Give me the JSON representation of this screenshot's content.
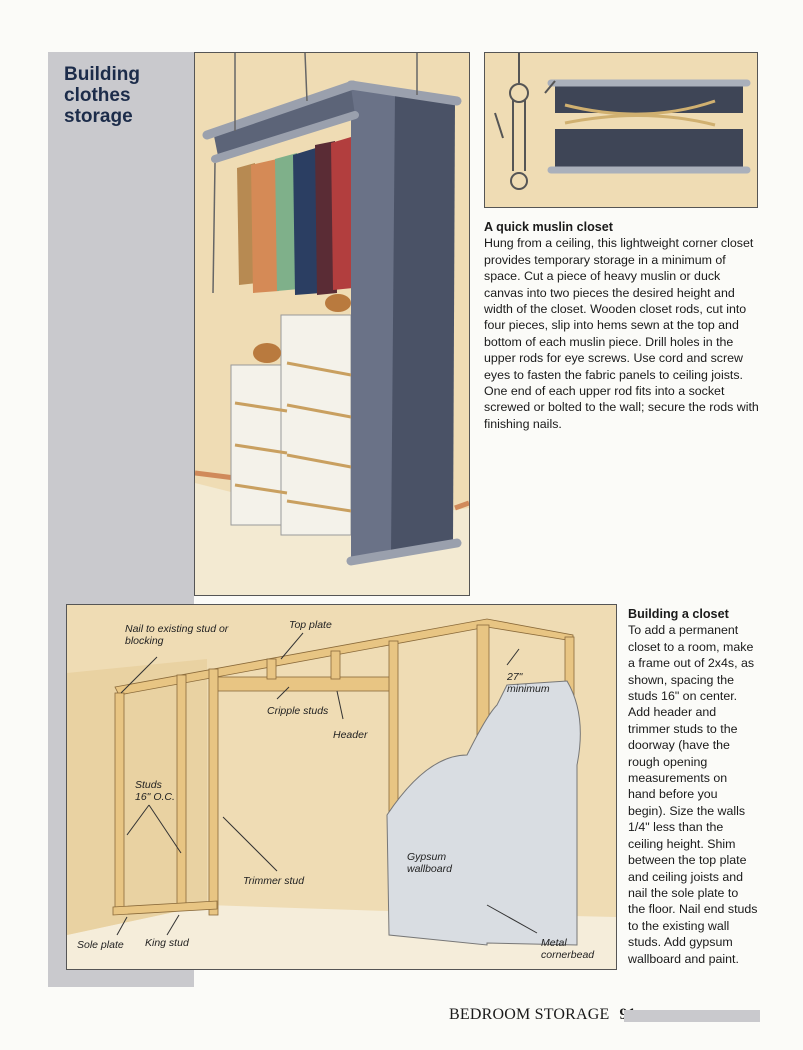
{
  "title_lines": [
    "Building",
    "clothes",
    "storage"
  ],
  "muslin": {
    "heading": "A quick muslin closet",
    "body": "Hung from a ceiling, this lightweight corner closet provides temporary storage in a minimum of space. Cut a piece of heavy muslin or duck canvas into two pieces the desired height and width of the closet. Wooden closet rods, cut into four pieces, slip into hems sewn at the top and bottom of each muslin piece. Drill holes in the upper rods for eye screws. Use cord and screw eyes to fasten the fabric panels to ceiling joists. One end of each upper rod fits into a socket screwed or bolted to the wall; secure the rods with finishing nails."
  },
  "closet": {
    "heading": "Building a closet",
    "body": "To add a permanent closet to a room, make a frame out of 2x4s, as shown, spacing the studs 16\" on center. Add header and trimmer studs to the doorway (have the rough opening measurements on hand before you begin). Size the walls 1/4\" less than the ceiling height. Shim between the top plate and ceiling joists and nail the sole plate to the floor. Nail end studs to the existing wall studs. Add gypsum wallboard and paint."
  },
  "labels": {
    "nail": "Nail to existing stud or blocking",
    "top_plate": "Top plate",
    "cripple": "Cripple studs",
    "header": "Header",
    "min27": "27\" minimum",
    "studs": "Studs 16\" O.C.",
    "gypsum": "Gypsum wallboard",
    "trimmer": "Trimmer stud",
    "sole": "Sole plate",
    "king": "King stud",
    "metal": "Metal cornerbead"
  },
  "footer": {
    "section": "BEDROOM STORAGE",
    "page": "91"
  },
  "colors": {
    "title": "#1c2c4a",
    "gray_band": "#c9c9cd",
    "wall": "#efdcb4",
    "wood": "#e8c583",
    "curtain": "#4a5266"
  }
}
